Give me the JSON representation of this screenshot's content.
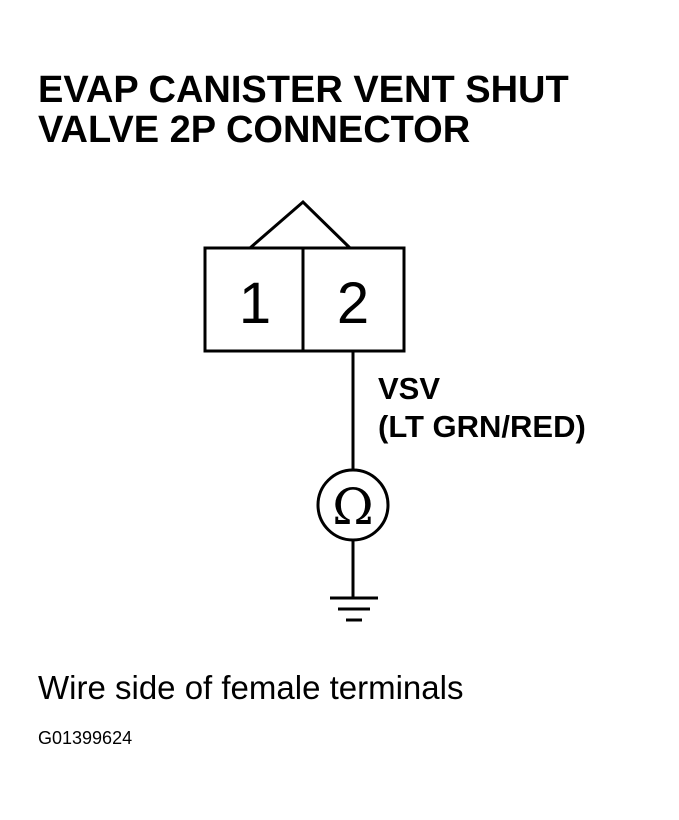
{
  "title": {
    "line1": "EVAP CANISTER VENT SHUT",
    "line2": "VALVE 2P CONNECTOR"
  },
  "connector": {
    "terminal_1": "1",
    "terminal_2": "2"
  },
  "wire": {
    "name": "VSV",
    "color": "(LT GRN/RED)"
  },
  "meter": {
    "symbol": "Ω",
    "icon": "ohmmeter-icon"
  },
  "ground": {
    "icon": "ground-icon"
  },
  "caption": "Wire side of female terminals",
  "figure_id": "G01399624"
}
